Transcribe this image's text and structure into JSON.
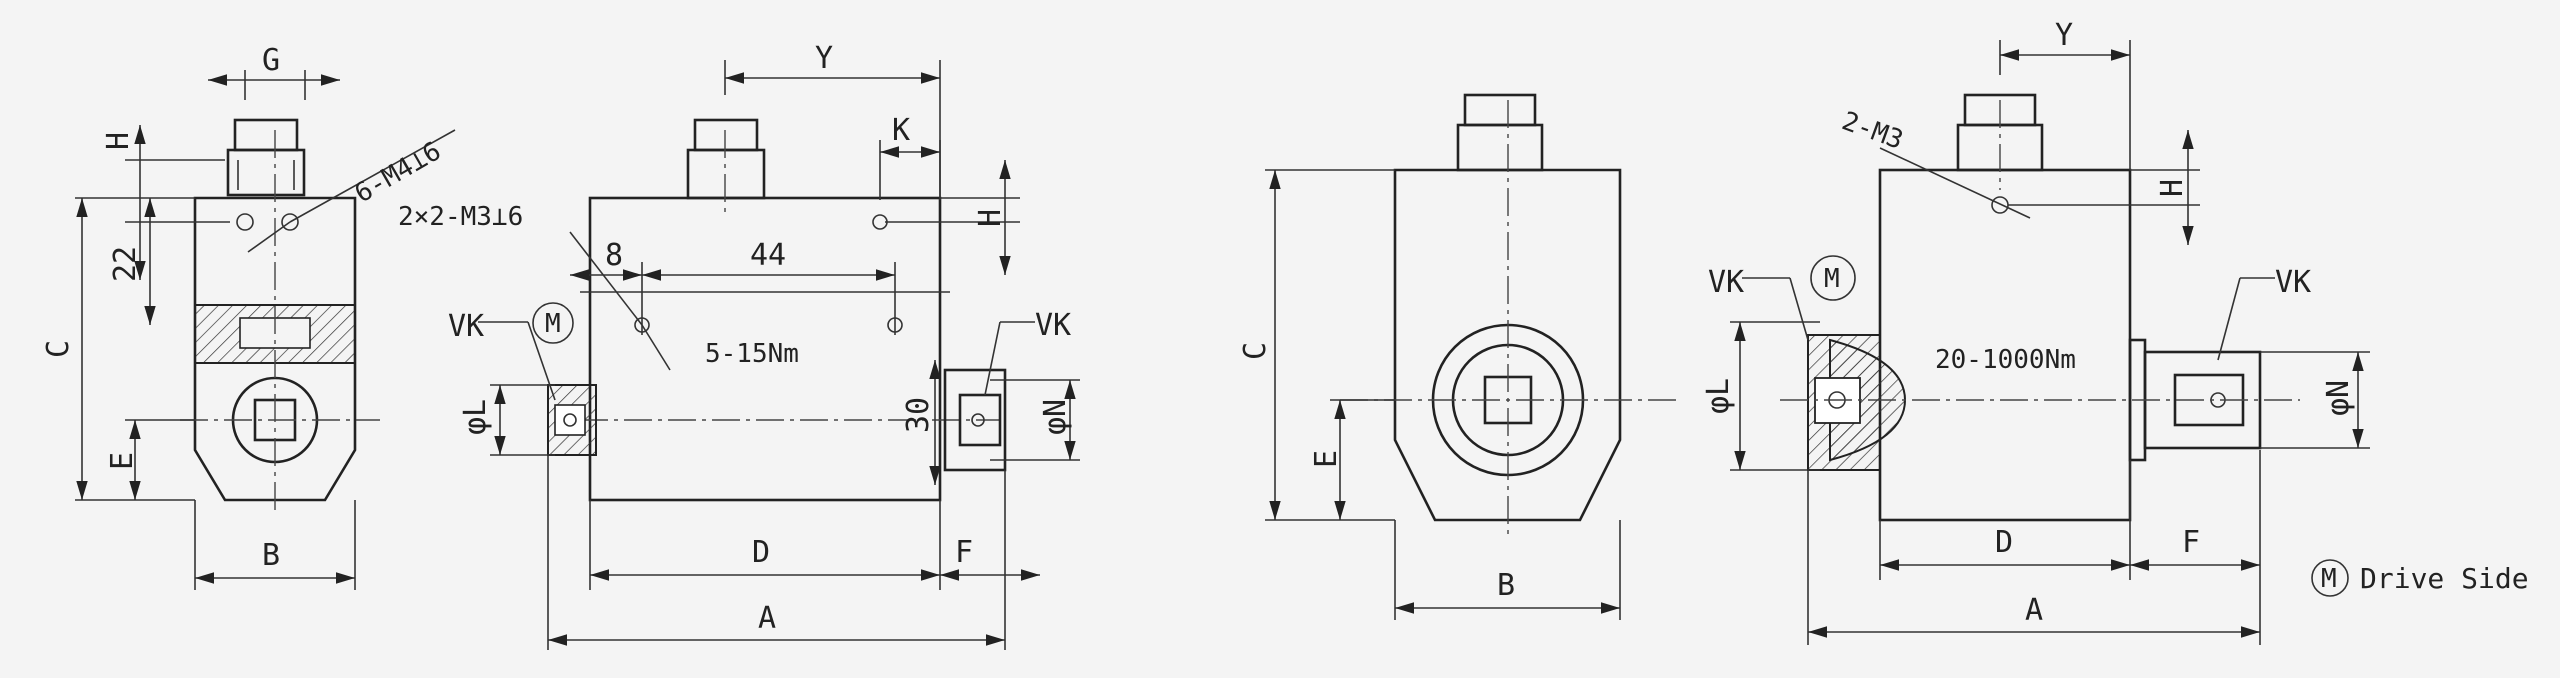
{
  "dims": {
    "g": "G",
    "h": "H",
    "y": "Y",
    "k": "K",
    "c": "C",
    "e": "E",
    "b": "B",
    "d": "D",
    "f": "F",
    "a": "A",
    "l": "φL",
    "n": "φN",
    "d22": "22",
    "d8": "8",
    "d44": "44",
    "d30": "30"
  },
  "notes": {
    "six_m4": "6-M4⊥6",
    "two_two_m3": "2×2-M3⊥6",
    "two_m3": "2-M3",
    "vk": "VK",
    "m": "M",
    "range_small": "5-15Nm",
    "range_large": "20-1000Nm",
    "drive_side": "Drive Side"
  },
  "colors": {
    "line": "#222222",
    "background": "#f4f4f4"
  }
}
